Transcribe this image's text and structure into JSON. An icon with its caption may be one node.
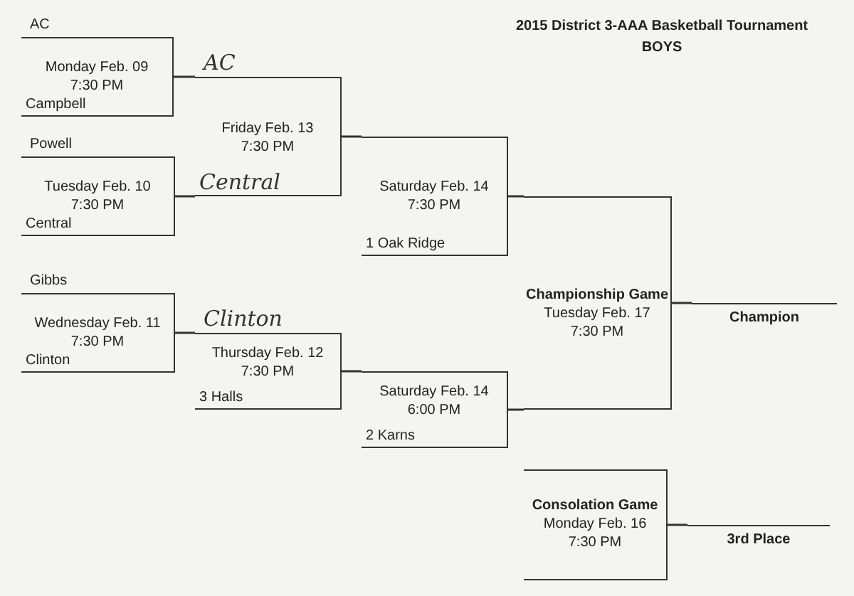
{
  "diagram": {
    "title": "2015 District 3-AAA Basketball Tournament",
    "nodes": [
      {
        "text": [
          "AC",
          "Monday Feb. 09",
          "7:30 PM",
          "Campbell"
        ]
      },
      {
        "text": [
          "Powell",
          "Tuesday Feb. 10",
          "7:30 PM",
          "Central"
        ]
      },
      {
        "text": [
          "Gibbs",
          "Wednesday Feb. 11",
          "7:30 PM",
          "Clinton"
        ]
      },
      {
        "text": [
          "AC",
          "Friday Feb. 13",
          "7:30 PM",
          "Central"
        ]
      },
      {
        "text": [
          "Clinton",
          "Thursday Feb. 12",
          "7:30 PM",
          "3 Halls"
        ]
      },
      {
        "text": [
          "Saturday Feb. 14",
          "7:30 PM",
          "1 Oak Ridge"
        ]
      },
      {
        "text": [
          "Saturday Feb. 14",
          "6:00 PM",
          "2 Karns"
        ]
      },
      {
        "text": [
          "Championship Game",
          "Tuesday Feb. 17",
          "7:30 PM"
        ]
      },
      {
        "text": [
          "Consolation Game",
          "Monday Feb. 16",
          "7:30 PM"
        ]
      },
      {
        "text": [
          "Champion"
        ]
      },
      {
        "text": [
          "3rd Place"
        ]
      }
    ],
    "edges": [
      {
        "from": 0,
        "to": 3,
        "arrow": "none"
      },
      {
        "from": 1,
        "to": 3,
        "arrow": "none"
      },
      {
        "from": 2,
        "to": 4,
        "arrow": "none"
      },
      {
        "from": 3,
        "to": 5,
        "arrow": "none"
      },
      {
        "from": 4,
        "to": 6,
        "arrow": "none"
      },
      {
        "from": 5,
        "to": 7,
        "arrow": "none"
      },
      {
        "from": 6,
        "to": 7,
        "arrow": "none"
      },
      {
        "from": 7,
        "to": 9,
        "arrow": "none"
      },
      {
        "from": 8,
        "to": 10,
        "arrow": "none"
      }
    ],
    "labels": [
      "BOYS"
    ]
  }
}
